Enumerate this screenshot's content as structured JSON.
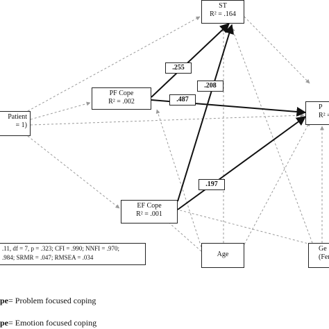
{
  "nodes": {
    "st": {
      "name": "ST",
      "r2": "R² = .164"
    },
    "pf_cope": {
      "name": "PF Cope",
      "r2": "R² = .002"
    },
    "ef_cope": {
      "name": "EF Cope",
      "r2": "R² = .001"
    },
    "patient": {
      "name": "Patient",
      "sub": "= 1)"
    },
    "right_outcome": {
      "name": "P",
      "r2": "R² ="
    },
    "age": {
      "name": "Age"
    },
    "gender": {
      "name": "Ge",
      "sub": "(Fem"
    }
  },
  "coefficients": {
    "pf_to_st": ".255",
    "ef_to_st": ".208",
    "pf_to_p": ".487",
    "ef_to_p": ".197"
  },
  "fit_stats": {
    "line1": ".11, df = 7, p = .323; CFI = .990; NNFI = .970;",
    "line2": ".984; SRMR = .047; RMSEA = .034"
  },
  "legend": [
    {
      "abbr": "pe",
      "text": "= Problem focused coping"
    },
    {
      "abbr": "pe",
      "text": "= Emotion focused coping"
    }
  ],
  "colors": {
    "line": "#111111",
    "dashed": "#9a9a9a"
  }
}
